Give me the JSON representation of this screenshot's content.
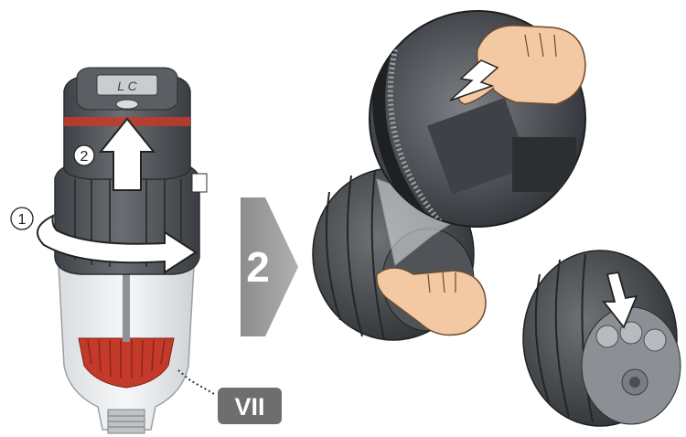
{
  "colors": {
    "body_dark": "#4a4e52",
    "body_mid": "#5d6166",
    "body_light": "#8a8e92",
    "accent_red": "#c43a2a",
    "arrow_fill": "#ffffff",
    "step_gray": "#9a9a9a",
    "badge_bg": "#6e6e6e",
    "skin": "#f2c9a2"
  },
  "left_device": {
    "display_text": "L C",
    "step1_marker": "1",
    "step2_marker": "2",
    "version_badge": "VII"
  },
  "step_chevron": {
    "number": "2"
  },
  "icons": [
    "rotate-arrow-icon",
    "push-up-arrow-icon",
    "press-down-arrow-icon",
    "hand-icon"
  ]
}
